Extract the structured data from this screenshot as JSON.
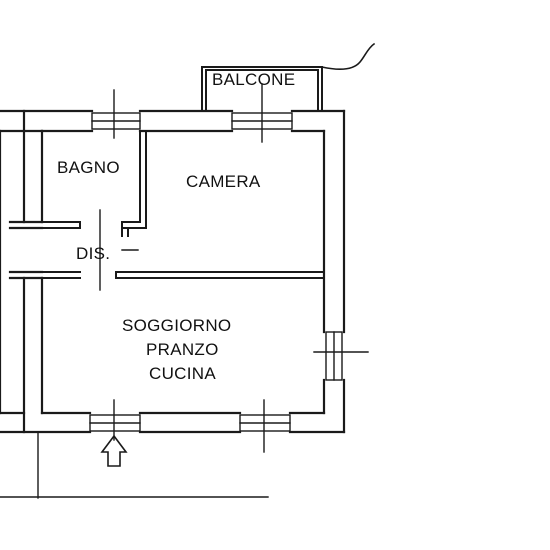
{
  "floor_plan": {
    "rooms": {
      "balcone": "BALCONE",
      "bagno": "BAGNO",
      "camera": "CAMERA",
      "dis": "DIS.",
      "soggiorno": "SOGGIORNO",
      "pranzo": "PRANZO",
      "cucina": "CUCINA"
    },
    "icons": {
      "entrance": "entrance-arrow-icon",
      "window": "window-icon",
      "door": "door-icon"
    },
    "colors": {
      "line": "#1a1a1a",
      "background": "#ffffff"
    }
  }
}
